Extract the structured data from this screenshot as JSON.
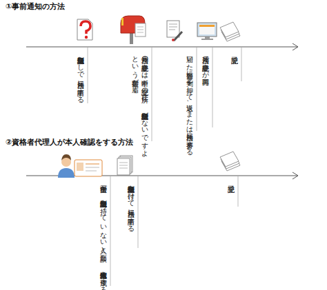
{
  "diagram": {
    "labels": [
      "①事前通知の方法",
      "登記識別情報なしで 法務局に申請する",
      "法務局の登記手続きは中断。 登記上の住所に、 登記識別情報がないですよ、 という書類が届く",
      "届いた書類に判子を押して 返送、または法務局に持参する",
      "法務局で登記手続きが再開",
      "登記完了",
      "②資格者代理人が本人確認をする方法",
      "司法書士が、登記識別情報を持って いない人と面談し、 本人確認情報を作成する",
      "登記識別情報を付けて 法務局に申請する",
      "登記完了"
    ]
  }
}
